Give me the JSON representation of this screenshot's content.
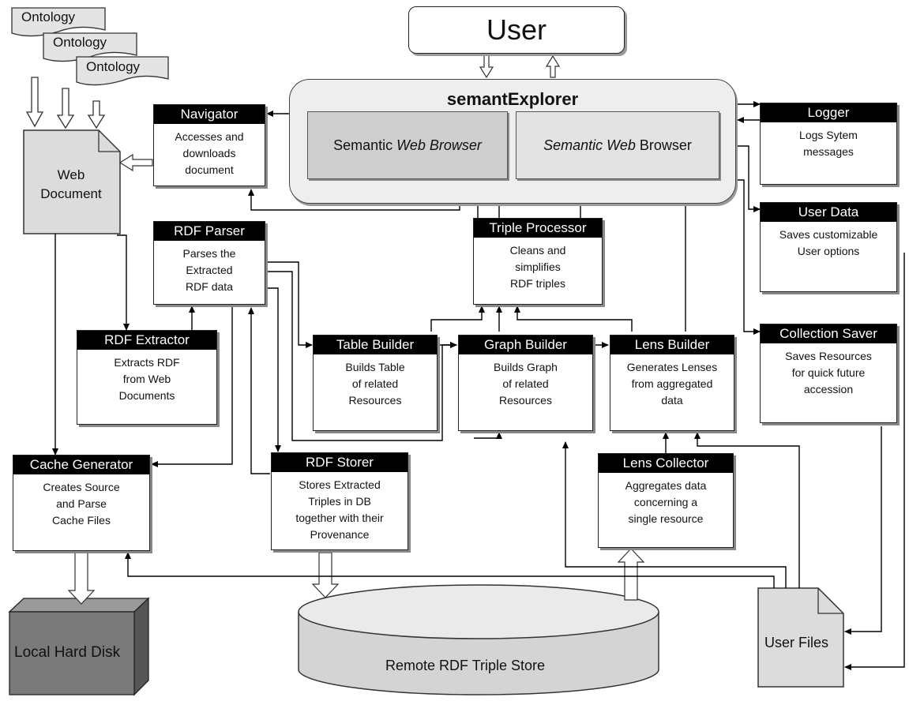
{
  "user": {
    "label": "User"
  },
  "explorer": {
    "title": "semantExplorer",
    "browser_left": {
      "part1": "Semantic ",
      "part2": "Web Browser"
    },
    "browser_right": {
      "part1": "Semantic Web",
      "part2": " Browser"
    }
  },
  "ontologies": [
    "Ontology",
    "Ontology",
    "Ontology"
  ],
  "web_document": {
    "line1": "Web",
    "line2": "Document"
  },
  "components": {
    "navigator": {
      "title": "Navigator",
      "desc": "Accesses and\ndownloads\ndocument"
    },
    "rdf_parser": {
      "title": "RDF Parser",
      "desc": "Parses the\nExtracted\nRDF data"
    },
    "rdf_extractor": {
      "title": "RDF Extractor",
      "desc": "Extracts RDF\nfrom Web\nDocuments"
    },
    "triple_processor": {
      "title": "Triple Processor",
      "desc": "Cleans and\nsimplifies\nRDF triples"
    },
    "table_builder": {
      "title": "Table Builder",
      "desc": "Builds Table\nof related\nResources"
    },
    "graph_builder": {
      "title": "Graph Builder",
      "desc": "Builds Graph\nof related\nResources"
    },
    "lens_builder": {
      "title": "Lens Builder",
      "desc": "Generates Lenses\nfrom aggregated\ndata"
    },
    "logger": {
      "title": "Logger",
      "desc": "Logs Sytem\nmessages"
    },
    "user_data": {
      "title": "User Data",
      "desc": "Saves customizable\nUser options"
    },
    "collection_saver": {
      "title": "Collection Saver",
      "desc": "Saves Resources\nfor quick future\naccession"
    },
    "cache_generator": {
      "title": "Cache Generator",
      "desc": "Creates Source\nand Parse\nCache Files"
    },
    "rdf_storer": {
      "title": "RDF Storer",
      "desc": "Stores Extracted\nTriples in DB\ntogether with their\nProvenance"
    },
    "lens_collector": {
      "title": "Lens Collector",
      "desc": "Aggregates data\nconcerning a\nsingle resource"
    }
  },
  "storage": {
    "local_disk": "Local Hard Disk",
    "remote_store": "Remote RDF Triple Store",
    "user_files": "User Files"
  }
}
